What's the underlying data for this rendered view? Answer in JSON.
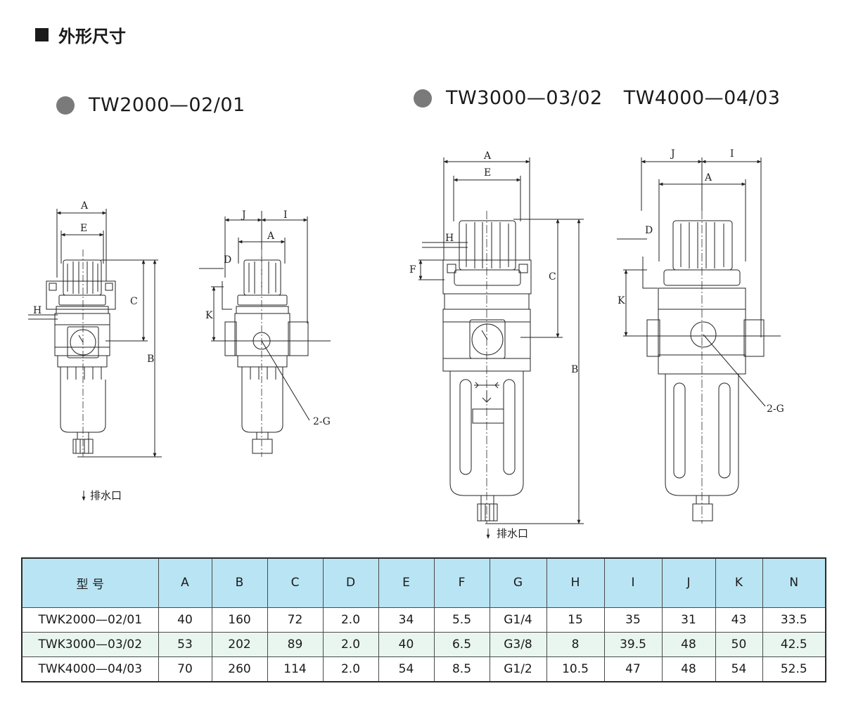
{
  "section": {
    "title": "外形尺寸"
  },
  "models": {
    "left_heading": "TW2000—02/01",
    "right_heading_1": "TW3000—03/02",
    "right_heading_2": "TW4000—04/03"
  },
  "drawing_labels": {
    "A": "A",
    "B": "B",
    "C": "C",
    "D": "D",
    "E": "E",
    "F": "F",
    "H": "H",
    "I": "I",
    "J": "J",
    "K": "K",
    "G": "2-G",
    "drain": "排水口"
  },
  "table": {
    "headers": [
      "型 号",
      "A",
      "B",
      "C",
      "D",
      "E",
      "F",
      "G",
      "H",
      "I",
      "J",
      "K",
      "N"
    ],
    "rows": [
      [
        "TWK2000—02/01",
        "40",
        "160",
        "72",
        "2.0",
        "34",
        "5.5",
        "G1/4",
        "15",
        "35",
        "31",
        "43",
        "33.5"
      ],
      [
        "TWK3000—03/02",
        "53",
        "202",
        "89",
        "2.0",
        "40",
        "6.5",
        "G3/8",
        "8",
        "39.5",
        "48",
        "50",
        "42.5"
      ],
      [
        "TWK4000—04/03",
        "70",
        "260",
        "114",
        "2.0",
        "54",
        "8.5",
        "G1/2",
        "10.5",
        "47",
        "48",
        "54",
        "52.5"
      ]
    ]
  },
  "colors": {
    "header_bg": "#b9e4f3",
    "alt_row_bg": "#e9f6ef",
    "bullet": "#7a7a7a"
  }
}
